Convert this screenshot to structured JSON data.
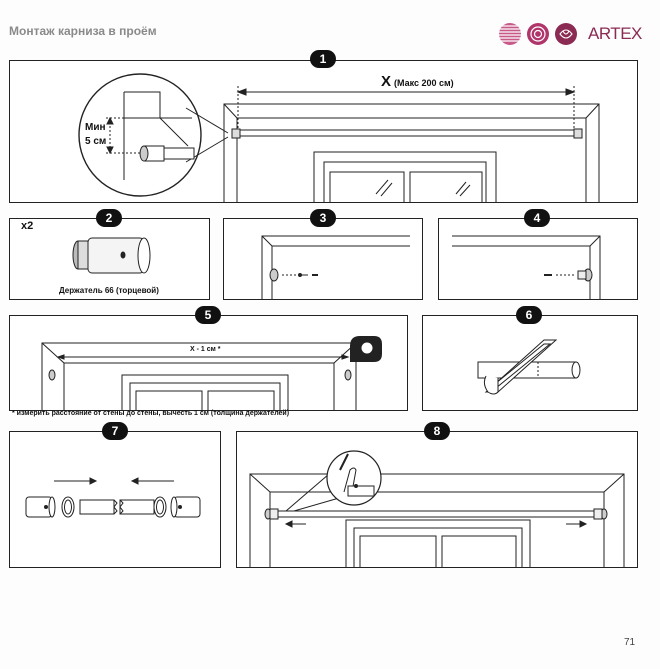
{
  "page": {
    "title": "Монтаж карниза в проём",
    "brand": "ARTEX",
    "page_number": "71"
  },
  "steps": [
    {
      "number": "1",
      "dimension_x": "X",
      "dimension_note": "(Макс 200 см)",
      "min_label": "Мин",
      "min_value": "5 см"
    },
    {
      "number": "2",
      "quantity": "x2",
      "caption": "Держатель 66 (торцевой)"
    },
    {
      "number": "3"
    },
    {
      "number": "4"
    },
    {
      "number": "5",
      "measure_label": "X - 1 см *",
      "footnote": "* измерить расстояние от стены до стены, вычесть 1 см (толщина держателей)"
    },
    {
      "number": "6"
    },
    {
      "number": "7"
    },
    {
      "number": "8"
    }
  ],
  "colors": {
    "brand": "#8b2a52",
    "title": "#8a8a8a",
    "line": "#222222"
  }
}
